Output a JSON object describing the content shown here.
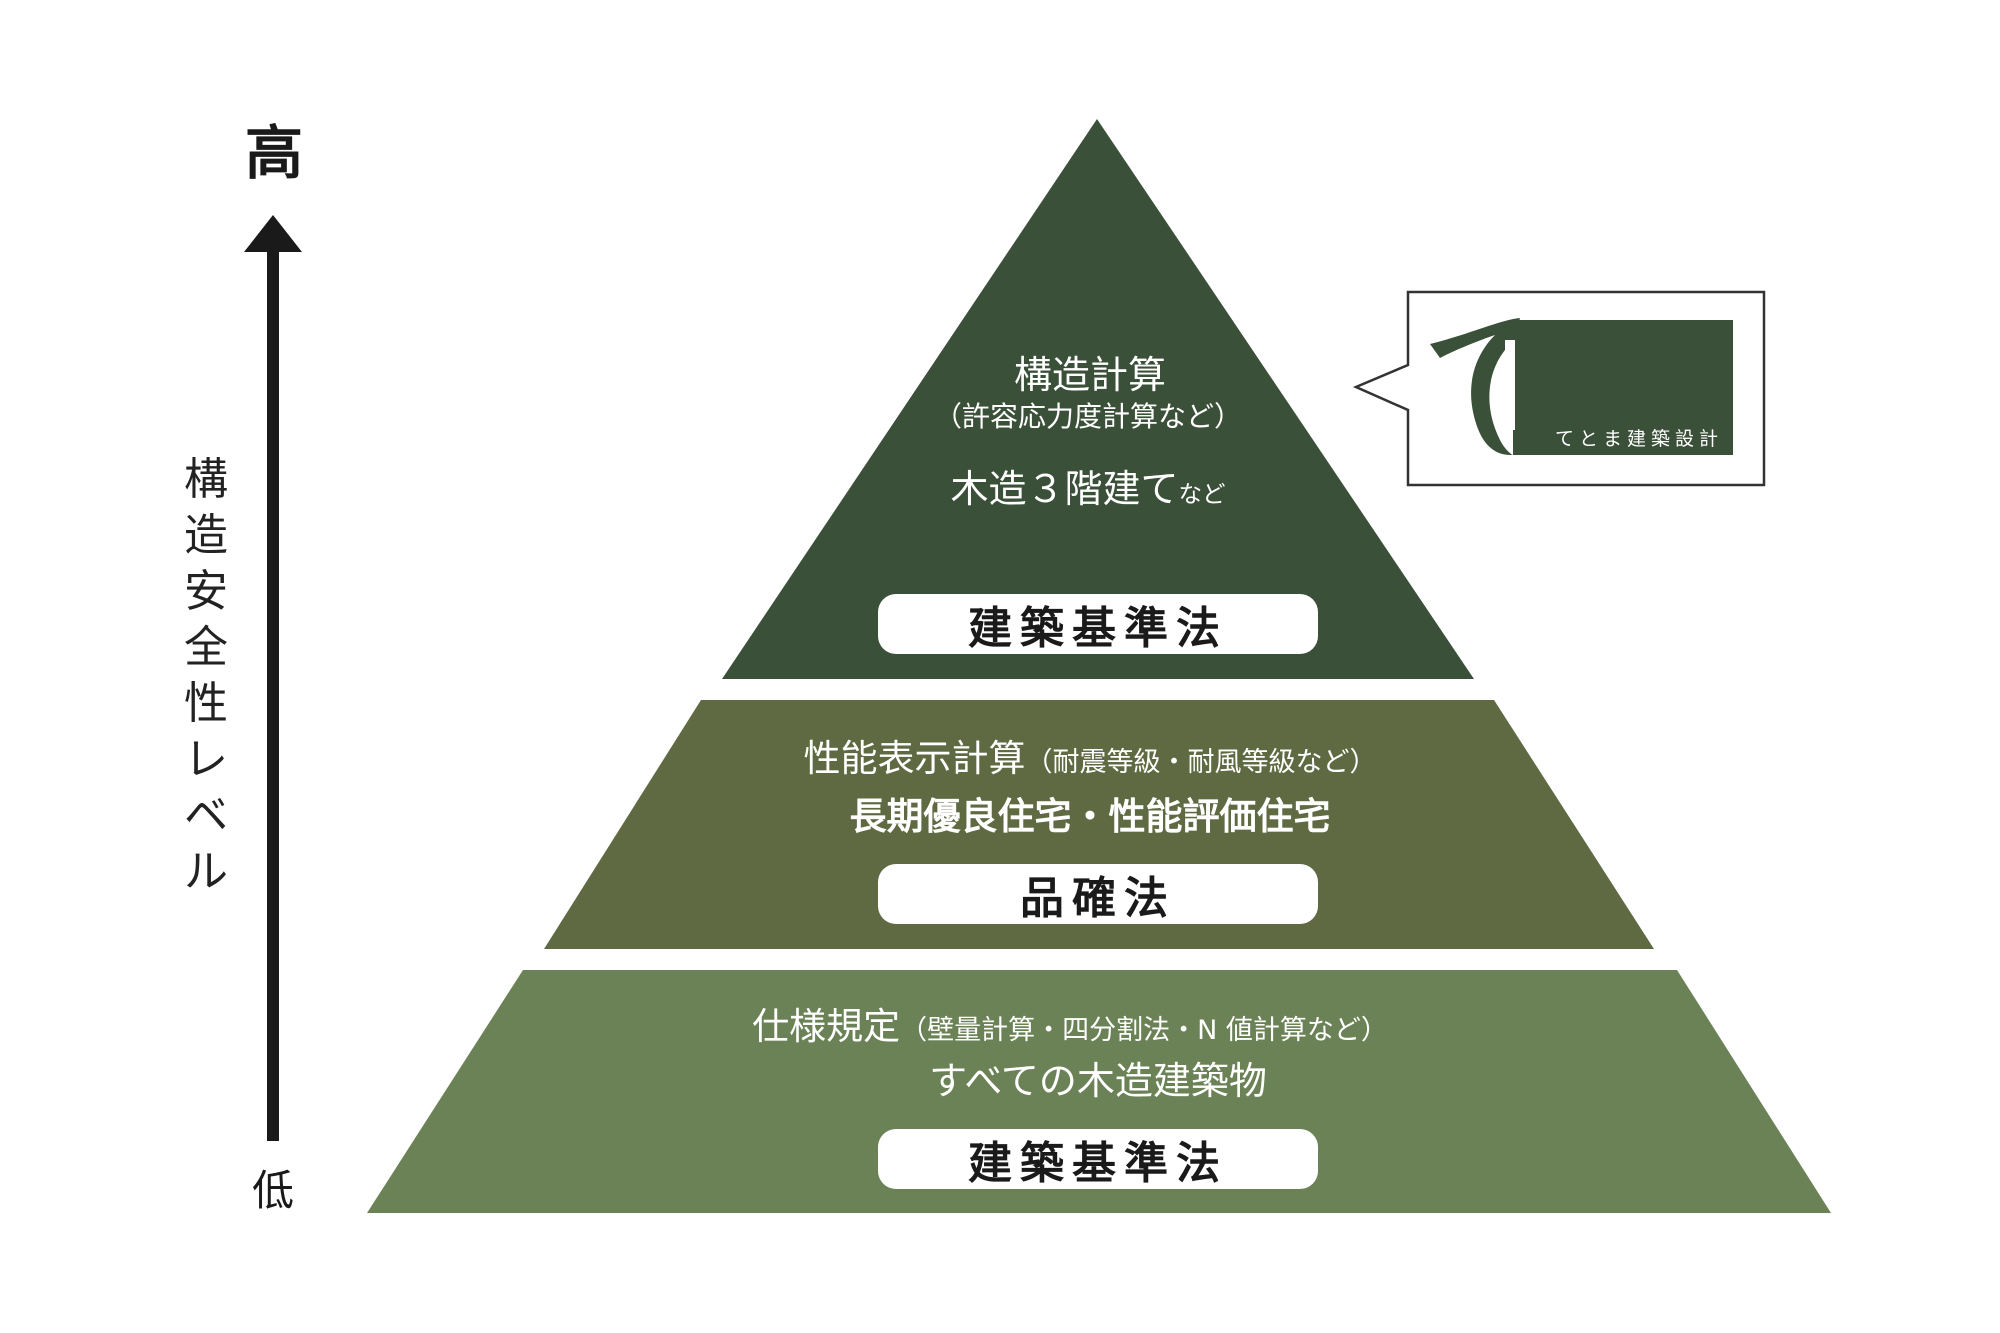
{
  "axis": {
    "high_label": "高",
    "low_label": "低",
    "title_chars": [
      "構",
      "造",
      "安",
      "全",
      "性",
      "レ",
      "ベ",
      "ル"
    ]
  },
  "tiers": {
    "top": {
      "title": "構造計算",
      "subtitle": "（許容応力度計算など）",
      "scope_main": "木造３階建て",
      "scope_suffix": "など",
      "law": "建築基準法",
      "color": "#3b5039"
    },
    "middle": {
      "title": "性能表示計算",
      "subtitle": "（耐震等級・耐風等級など）",
      "scope": "長期優良住宅・性能評価住宅",
      "law": "品確法",
      "color": "#5f6a42"
    },
    "bottom": {
      "title": "仕様規定",
      "subtitle": "（壁量計算・四分割法・N 値計算など）",
      "scope": "すべての木造建築物",
      "law": "建築基準法",
      "color": "#6b8256"
    }
  },
  "logo": {
    "glyph": "て",
    "name": "てとま建築設計",
    "color": "#3b5039"
  }
}
